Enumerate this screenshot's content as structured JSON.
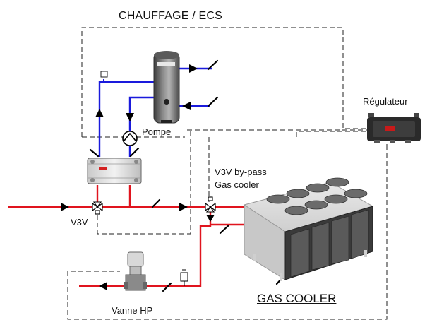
{
  "title": "CHAUFFAGE / ECS",
  "labels": {
    "regulateur": "Régulateur",
    "pompe": "Pompe",
    "v3v_bypass_line1": "V3V by-pass",
    "v3v_bypass_line2": "Gas cooler",
    "v3v": "V3V",
    "gas_cooler": "GAS COOLER",
    "vanne_hp": "Vanne HP"
  },
  "colors": {
    "hot_pipe": "#e0141e",
    "cold_pipe": "#1a1adc",
    "dashed_line": "#222222",
    "arrow": "#000000"
  }
}
